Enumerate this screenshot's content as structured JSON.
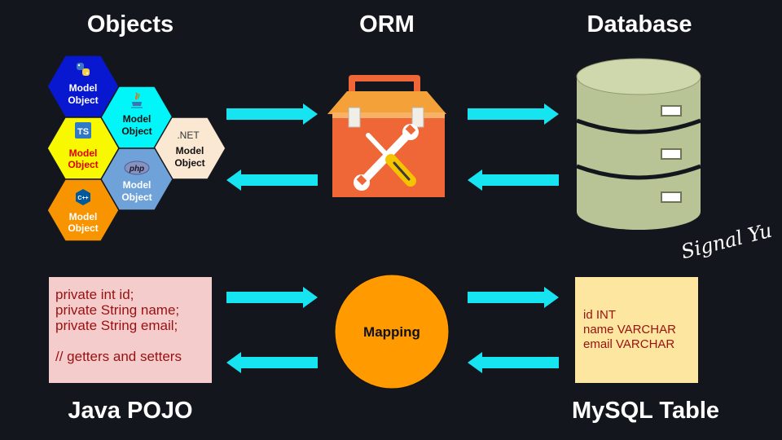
{
  "headings": {
    "objects": "Objects",
    "orm": "ORM",
    "database": "Database",
    "java_pojo": "Java POJO",
    "mysql_table": "MySQL Table"
  },
  "hexagons": {
    "python": {
      "line1": "Model",
      "line2": "Object",
      "fill": "#0818d0",
      "text_color": "#ffffff",
      "icon": "python-icon"
    },
    "java": {
      "line1": "Model",
      "line2": "Object",
      "fill": "#00f6f8",
      "text_color": "#111111",
      "icon": "java-icon"
    },
    "typescript": {
      "line1": "Model",
      "line2": "Object",
      "fill": "#f8f800",
      "text_color": "#e00000",
      "icon": "typescript-icon",
      "badge": "TS"
    },
    "dotnet": {
      "line1": "Model",
      "line2": "Object",
      "fill": "#fbe8d2",
      "text_color": "#111111",
      "icon": "dotnet-icon",
      "badge": ".NET"
    },
    "php": {
      "line1": "Model",
      "line2": "Object",
      "fill": "#6ea2d8",
      "text_color": "#ffffff",
      "icon": "php-icon",
      "badge": "php"
    },
    "cpp": {
      "line1": "Model",
      "line2": "Object",
      "fill": "#f89400",
      "text_color": "#ffffff",
      "icon": "cpp-icon",
      "badge": "C++"
    }
  },
  "pojo_code": {
    "line1": "private int id;",
    "line2": "private String name;",
    "line3": "private String email;",
    "line4": "// getters and setters",
    "bg": "#f4cccc"
  },
  "sql_table": {
    "line1": "id INT",
    "line2": "name VARCHAR",
    "line3": "email VARCHAR",
    "bg": "#fde6a0"
  },
  "mapping": {
    "label": "Mapping",
    "fill": "#ff9b00"
  },
  "signature": "Signal Yu",
  "colors": {
    "arrow": "#16e4f0",
    "background": "#14161e",
    "toolbox": "#ef6637",
    "toolbox_lid": "#f5a13a",
    "database": "#b8c495"
  }
}
